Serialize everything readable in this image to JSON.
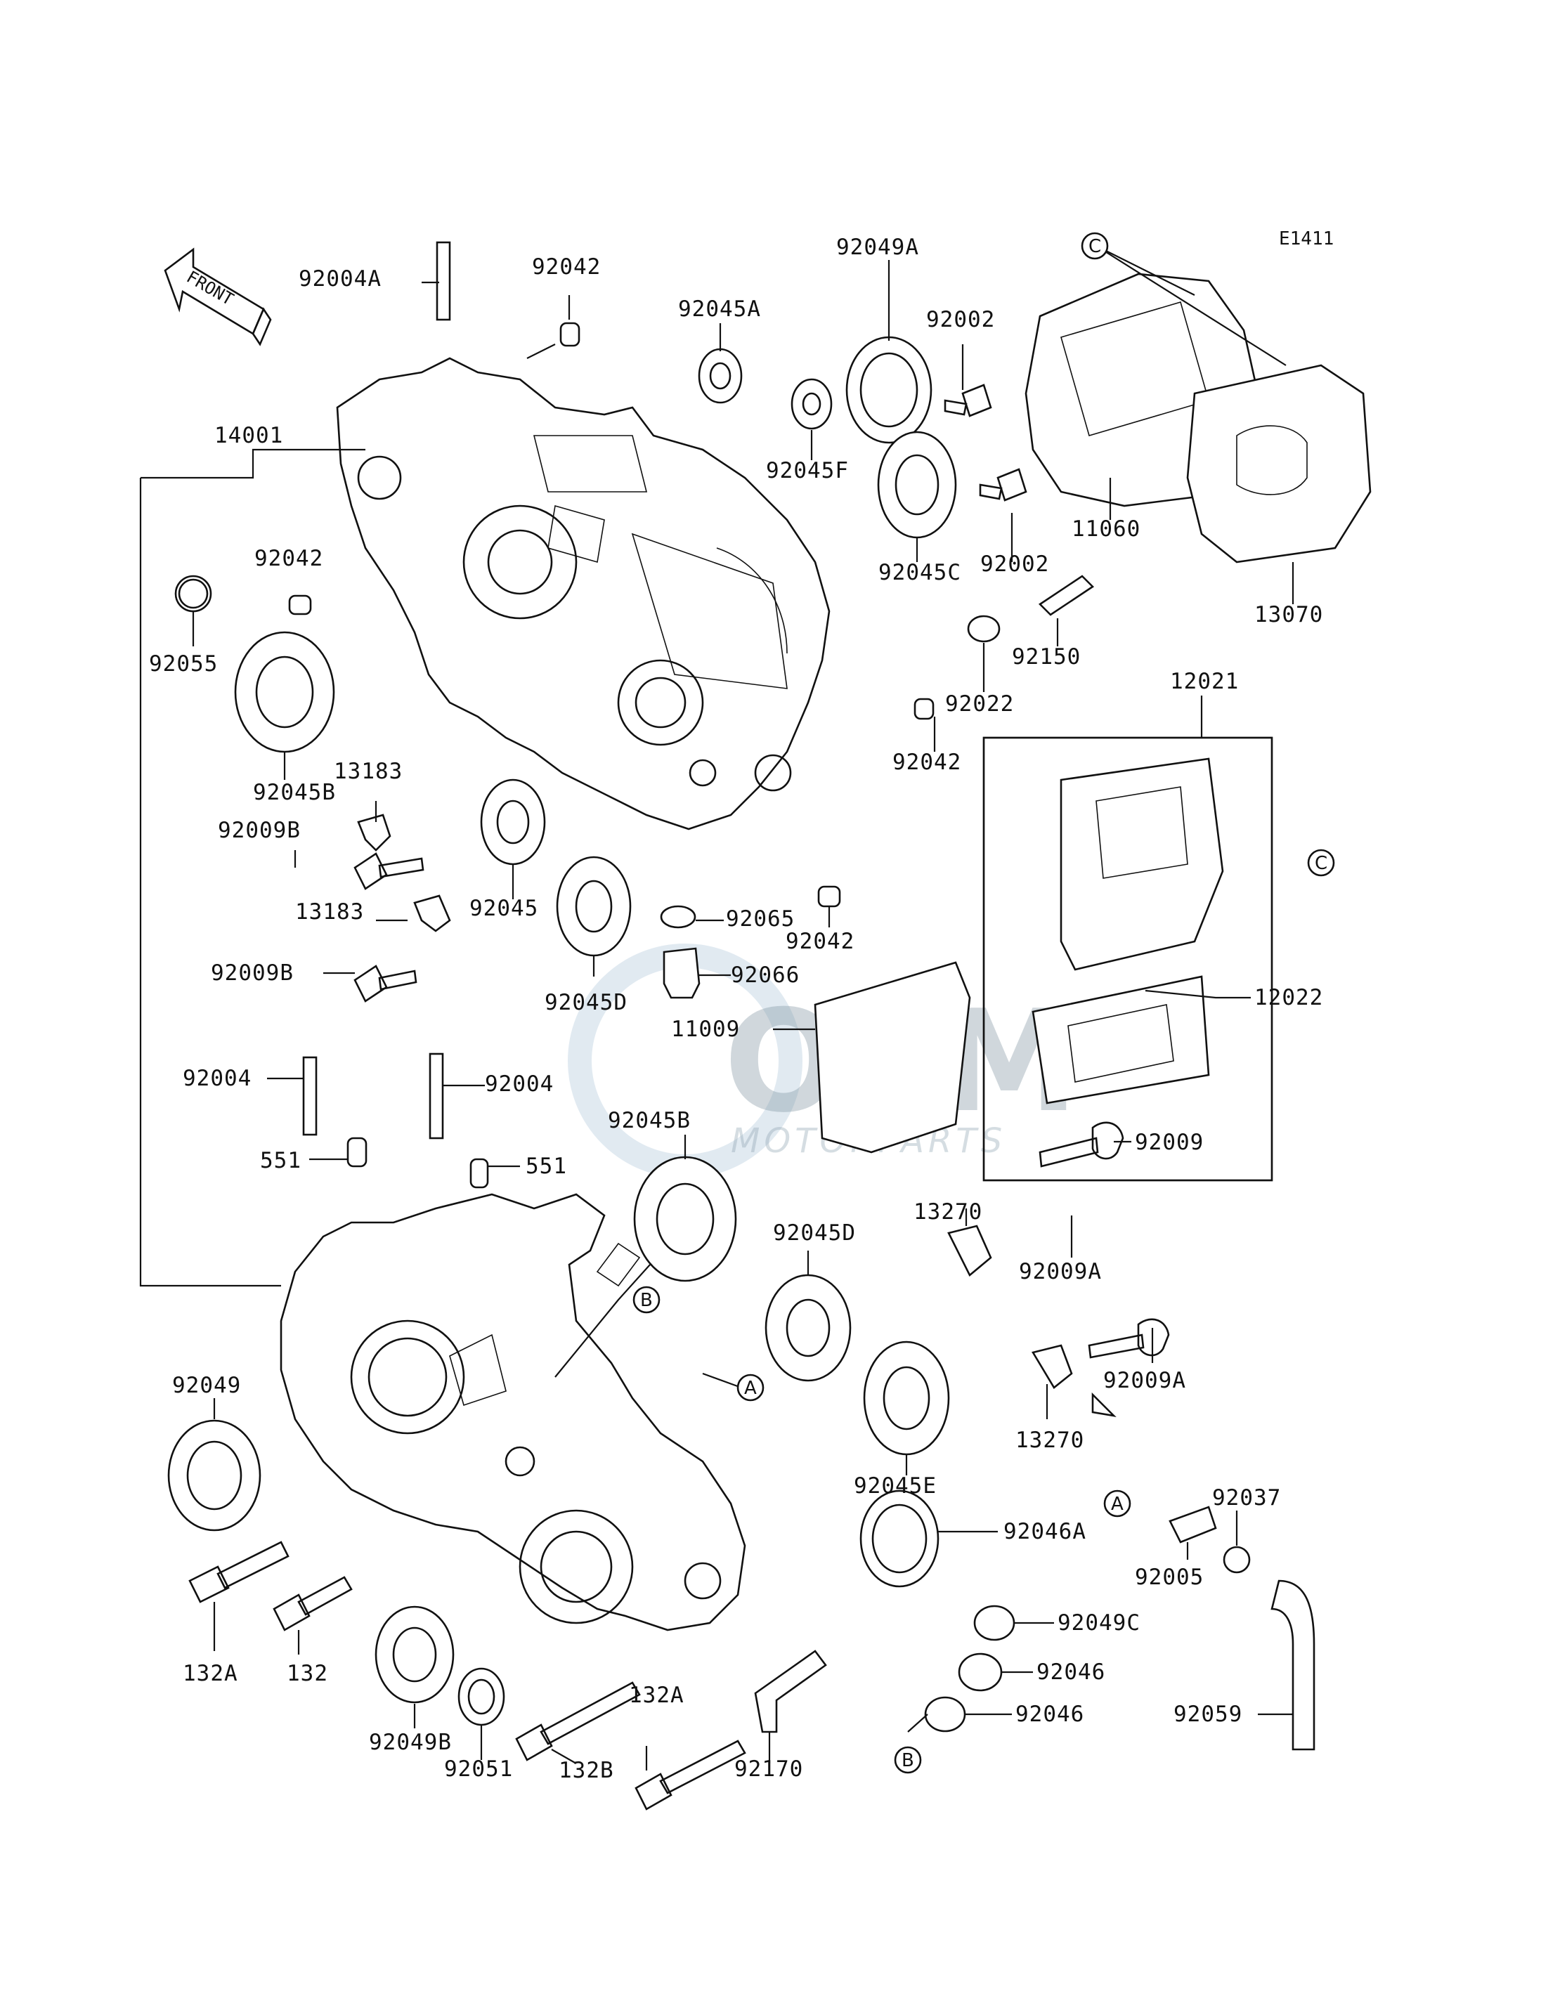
{
  "figure_code": "E1411",
  "front_arrow_label": "FRONT",
  "watermark": {
    "logo_text": "OEM",
    "sub_text": "MOTORPARTS"
  },
  "part_labels": [
    "92004A",
    "92042",
    "92049A",
    "92045A",
    "92002",
    "11060",
    "13070",
    "14001",
    "92045F",
    "92045C",
    "92002",
    "92150",
    "92042",
    "92055",
    "92022",
    "92042",
    "12021",
    "92045B",
    "13183",
    "92009B",
    "13183",
    "92045",
    "92065",
    "92042",
    "92009B",
    "92066",
    "92045D",
    "11009",
    "12022",
    "92004",
    "92004",
    "92045B",
    "551",
    "551",
    "92009",
    "13270",
    "92045D",
    "92009A",
    "92049",
    "92009A",
    "13270",
    "92045E",
    "92037",
    "92046A",
    "92005",
    "92049C",
    "132A",
    "132",
    "92046",
    "92049B",
    "92046",
    "92059",
    "132A",
    "92051",
    "132B",
    "92170"
  ],
  "callouts": [
    "C",
    "C",
    "A",
    "B",
    "A",
    "B"
  ]
}
